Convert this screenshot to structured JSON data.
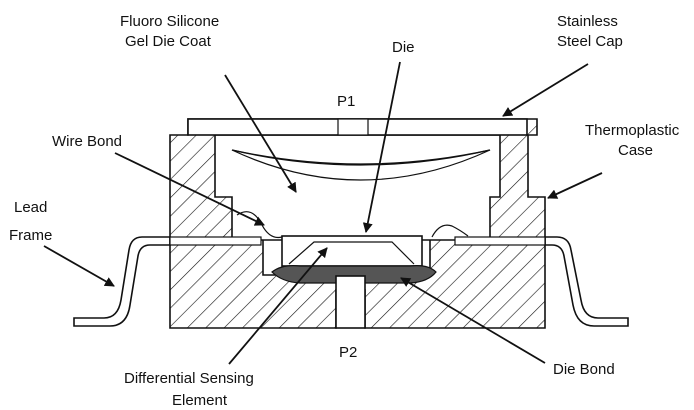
{
  "labels": {
    "fluoro_line1": "Fluoro Silicone",
    "fluoro_line2": "Gel Die Coat",
    "die": "Die",
    "cap_line1": "Stainless",
    "cap_line2": "Steel Cap",
    "p1": "P1",
    "wire_bond": "Wire Bond",
    "case_line1": "Thermoplastic",
    "case_line2": "Case",
    "lead_line1": "Lead",
    "lead_line2": "Frame",
    "p2": "P2",
    "sensing_line1": "Differential Sensing",
    "sensing_line2": "Element",
    "die_bond": "Die Bond"
  },
  "colors": {
    "ink": "#111111",
    "die_bond_fill": "#555555",
    "background": "#ffffff"
  }
}
